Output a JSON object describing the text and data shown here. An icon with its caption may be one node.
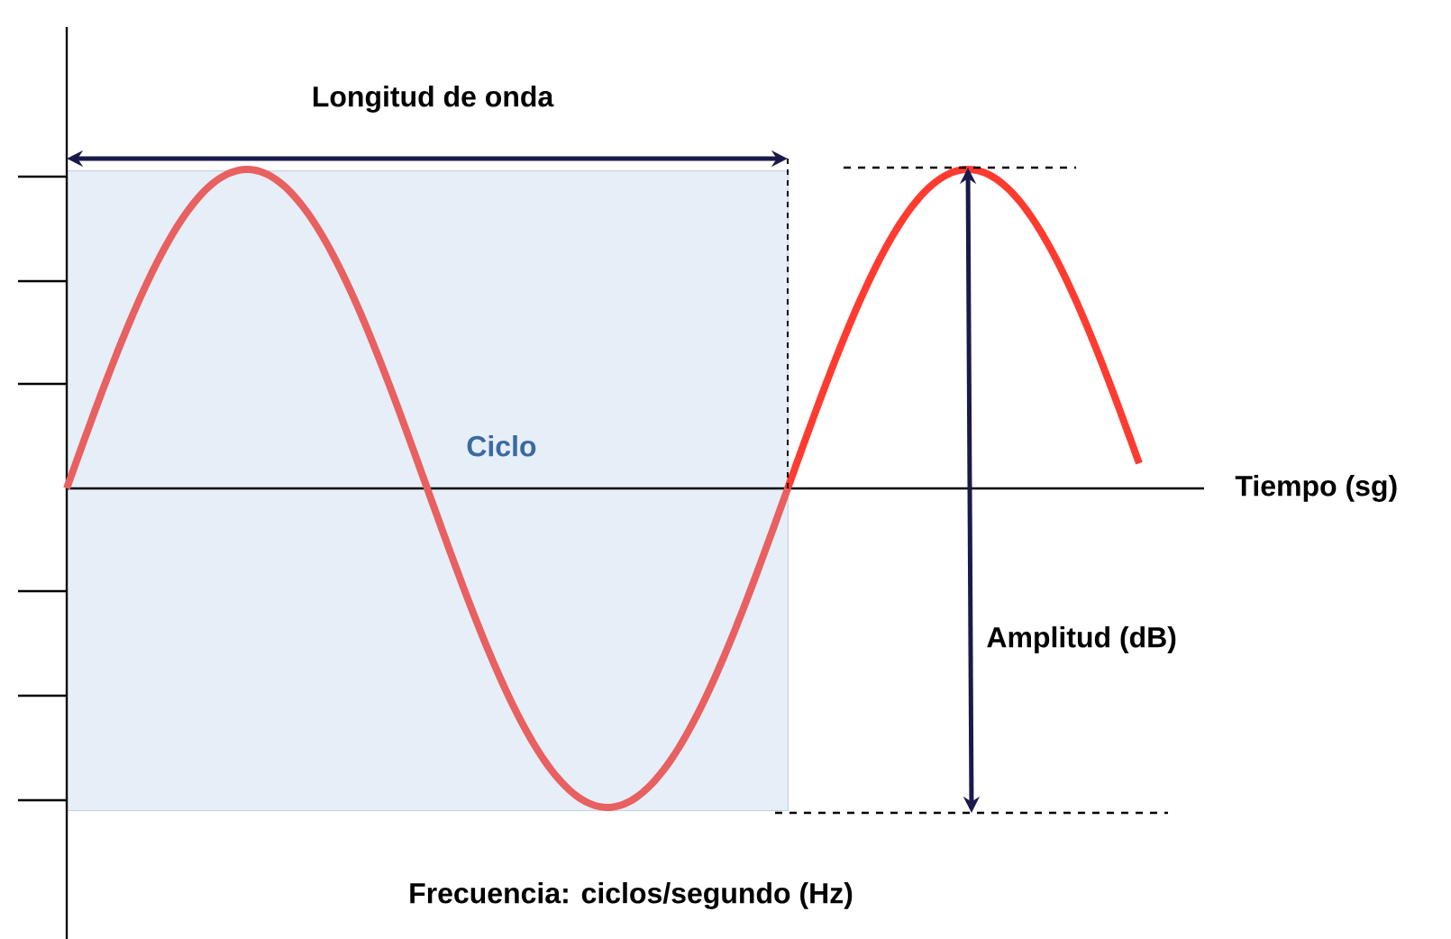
{
  "diagram": {
    "nodes": [
      {
        "text": [
          "Ciclo"
        ]
      }
    ],
    "edges": [],
    "labels": [
      "Longitud de onda",
      "Tiempo (sg)",
      "Amplitud (dB)",
      "Frecuencia: ciclos/segundo (Hz)"
    ]
  }
}
